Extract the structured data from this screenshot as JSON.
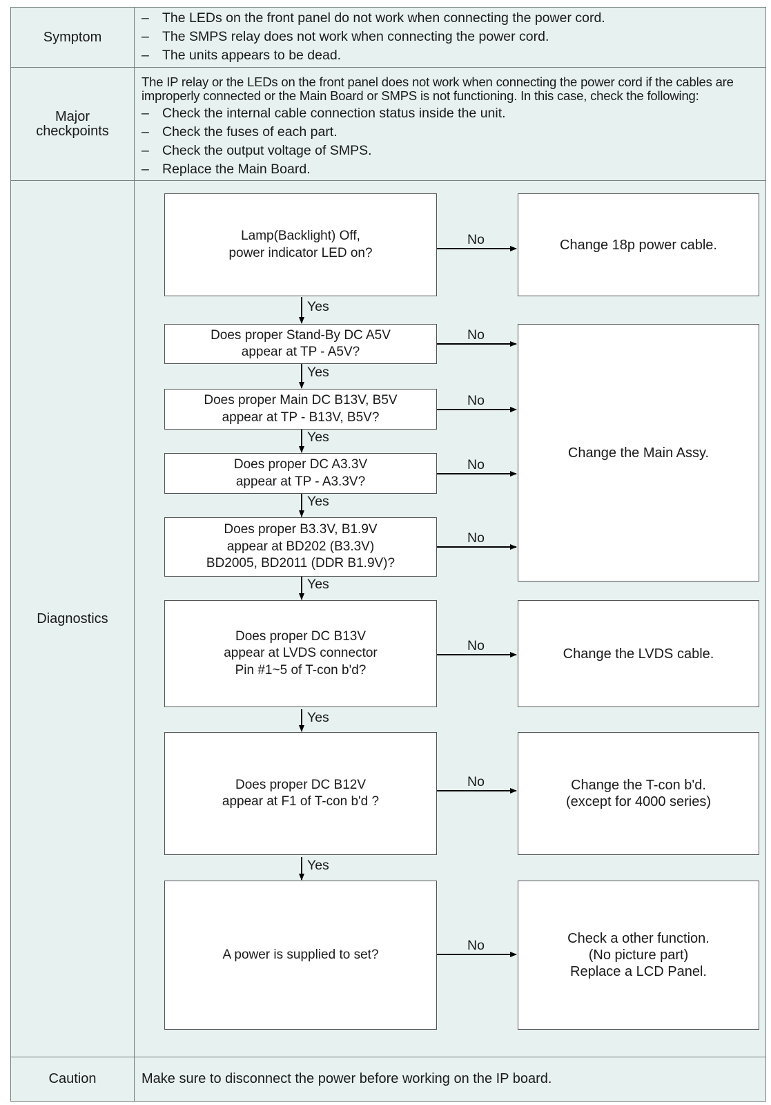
{
  "rows": {
    "symptom": {
      "label": "Symptom",
      "items": [
        "The LEDs on the front panel do not work when connecting the power cord.",
        "The SMPS relay does not work when connecting the power cord.",
        "The units appears to be dead."
      ]
    },
    "checkpoints": {
      "label": "Major\ncheckpoints",
      "intro_line1": "The IP relay or the LEDs on the front panel does not work when connecting the power cord if the cables are",
      "intro_line2": "improperly connected or the Main Board or SMPS is not functioning. In this case, check the following:",
      "items": [
        "Check the internal cable connection status inside the unit.",
        "Check the fuses of each part.",
        "Check the output voltage of SMPS.",
        "Replace the Main Board."
      ]
    },
    "diagnostics": {
      "label": "Diagnostics"
    },
    "caution": {
      "label": "Caution",
      "text": "Make sure to disconnect the power before working on the IP board."
    }
  },
  "dash": "–",
  "flow": {
    "yes_label": "Yes",
    "no_label": "No",
    "questions": [
      "Lamp(Backlight) Off,\npower indicator LED on?",
      "Does proper Stand-By DC A5V\nappear at TP - A5V?",
      "Does proper Main DC B13V, B5V\nappear at TP - B13V, B5V?",
      "Does proper DC A3.3V\nappear at TP - A3.3V?",
      "Does proper B3.3V, B1.9V\nappear at BD202 (B3.3V)\nBD2005, BD2011 (DDR B1.9V)?",
      "Does proper DC B13V\nappear at LVDS connector\nPin #1~5 of T-con b'd?",
      "Does proper DC B12V\nappear at F1 of T-con b'd ?",
      "A power is supplied to set?"
    ],
    "actions": [
      "Change 18p power cable.",
      "Change the Main Assy.",
      "Change the LVDS cable.",
      "Change the T-con b'd.\n(except for 4000 series)",
      "Check a other function.\n(No picture part)\nReplace a LCD Panel."
    ]
  }
}
